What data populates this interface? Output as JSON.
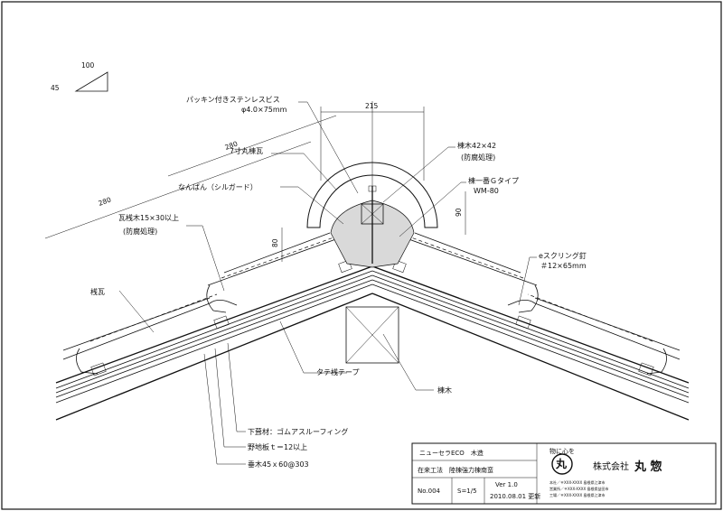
{
  "slope": {
    "run": "100",
    "rise": "45"
  },
  "dimensions": {
    "width_top": "215",
    "slope_upper": "280",
    "slope_lower": "280",
    "height_left": "80",
    "height_right": "90"
  },
  "labels": {
    "screw": "パッキン付きステンレスビス",
    "screw_size": "φ4.0×75mm",
    "ridge_tile": "7寸丸棟瓦",
    "nanban": "なんばん（シルガード）",
    "batten": "瓦桟木15×30以上",
    "batten_note": "(防腐処理)",
    "ridge_lumber_small": "棟木42×42",
    "ridge_lumber_small_note": "(防腐処理)",
    "ridge_bracket": "棟一番Ｇタイプ",
    "ridge_bracket_model": "WM-80",
    "nail": "eスクリング釘",
    "nail_size": "＃12×65mm",
    "tile": "桟瓦",
    "tape": "タテ桟テープ",
    "ridge_beam": "棟木",
    "underlay": "下葺材：ゴムアスルーフィング",
    "sheathing": "野地板ｔ＝12以上",
    "rafter": "垂木45ｘ60@303"
  },
  "title_block": {
    "product": "ニューセラECO　木造",
    "method": "在来工法　陸棟強力棟南蛮",
    "number": "No.004",
    "scale": "S=1/5",
    "version": "Ver 1.0",
    "date": "2010.08.01 更新",
    "company_tagline": "物に心を",
    "logo_char": "丸",
    "company_prefix": "株式会社",
    "company_name": "丸 惣",
    "company_addr_1": "本社／〒XXX-XXXX 島根県江津市",
    "company_addr_2": "営業所／〒XXX-XXXX 島根県益田市",
    "company_addr_3": "工場／〒XXX-XXXX 島根県江津市"
  }
}
